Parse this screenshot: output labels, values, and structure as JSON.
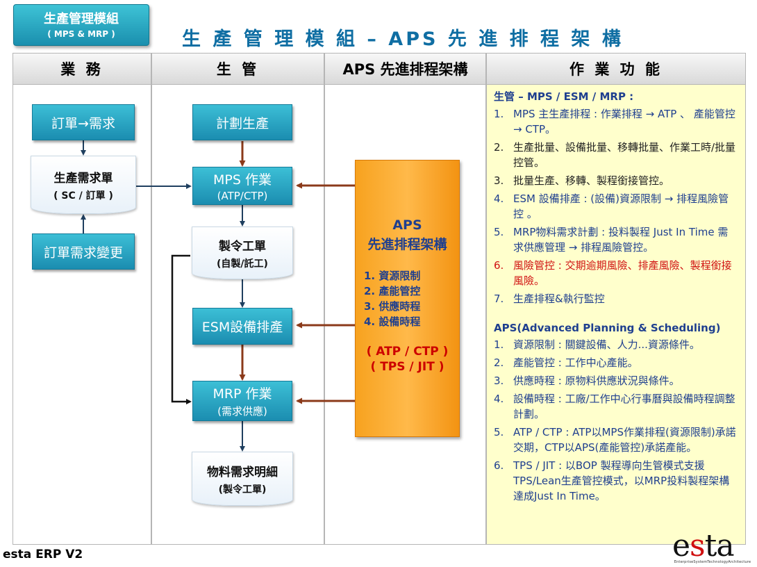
{
  "badge": {
    "line1": "生產管理模組",
    "line2": "( MPS & MRP )"
  },
  "title": "生 產 管 理 模 組 – APS 先 進 排 程 架 構",
  "headers": {
    "business": "業 務",
    "production": "生 管",
    "aps": "APS 先進排程架構",
    "functions": "作 業 功 能"
  },
  "business": {
    "order_demand": "訂單→需求",
    "demand_doc": {
      "line1": "生產需求單",
      "line2": "( SC / 訂單 )"
    },
    "order_change": "訂單需求變更"
  },
  "production": {
    "plan": "計劃生產",
    "mps": {
      "line1": "MPS 作業",
      "line2": "(ATP/CTP)"
    },
    "work_order": {
      "line1": "製令工單",
      "line2": "(自製/託工)"
    },
    "esm": "ESM設備排產",
    "mrp": {
      "line1": "MRP 作業",
      "line2": "(需求供應)"
    },
    "material_detail": {
      "line1": "物料需求明細",
      "line2": "(製令工單)"
    }
  },
  "aps_box": {
    "line1": "APS",
    "line2": "先進排程架構",
    "items": [
      "1.  資源限制",
      "2.  產能管控",
      "3.  供應時程",
      "4.  設備時程"
    ],
    "line3": "( ATP / CTP )",
    "line4": "( TPS / JIT )"
  },
  "functions": {
    "section1_title": "生管 – MPS / ESM / MRP :",
    "section1_items": [
      {
        "num": "1.",
        "text": "MPS 主生產排程 : 作業排程 → ATP 、 產能管控 → CTP。",
        "color": "blue"
      },
      {
        "num": "2.",
        "text": "生產批量、設備批量、移轉批量、作業工時/批量 控管。",
        "color": "dark"
      },
      {
        "num": "3.",
        "text": "批量生產、移轉、製程銜接管控。",
        "color": "dark"
      },
      {
        "num": "4.",
        "text": "ESM 設備排產 : (設備)資源限制 → 排程風險管控 。",
        "color": "blue"
      },
      {
        "num": "5.",
        "text": "MRP物料需求計劃 : 投料製程 Just In Time 需求供應管理 → 排程風險管控。",
        "color": "blue"
      },
      {
        "num": "6.",
        "text": "風險管控 : 交期逾期風險、排產風險、製程銜接風險。",
        "color": "red"
      },
      {
        "num": "7.",
        "text": "生產排程&執行監控",
        "color": "blue"
      }
    ],
    "section2_title": "APS(Advanced Planning & Scheduling)",
    "section2_items": [
      {
        "num": "1.",
        "text": "資源限制 : 關鍵設備、人力...資源條件。",
        "color": "blue"
      },
      {
        "num": "2.",
        "text": "產能管控 : 工作中心產能。",
        "color": "blue"
      },
      {
        "num": "3.",
        "text": "供應時程 : 原物料供應狀況與條件。",
        "color": "blue"
      },
      {
        "num": "4.",
        "text": "設備時程 : 工廠/工作中心行事曆與設備時程調整計劃。",
        "color": "blue"
      },
      {
        "num": "5.",
        "text": "ATP / CTP : ATP以MPS作業排程(資源限制)承諾交期，CTP以APS(產能管控)承諾產能。",
        "color": "blue"
      },
      {
        "num": "6.",
        "text": "TPS / JIT : 以BOP 製程導向生管模式支援TPS/Lean生產管控模式，以MRP投料製程架構達成Just In Time。",
        "color": "blue"
      }
    ]
  },
  "footer": {
    "left": "esta ERP V2",
    "logo": "esta",
    "logo_tagline": "EnterpriseSystemTechnologyArchitecture"
  },
  "colors": {
    "teal_box": "#1b8db0",
    "orange_box": "#f7a21f",
    "title_blue": "#0f6ea3",
    "panel_yellow": "#ffffcc",
    "arrow_brown": "#8b3a1a",
    "arrow_navy": "#1f3f5f"
  }
}
